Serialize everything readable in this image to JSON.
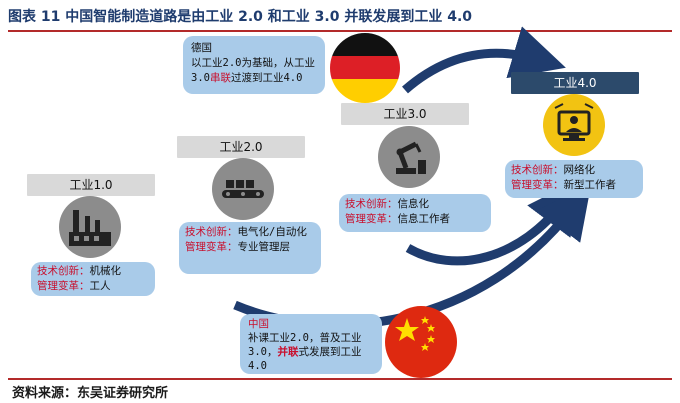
{
  "title": "图表  11 中国智能制造道路是由工业 2.0 和工业 3.0 并联发展到工业 4.0",
  "source": "资料来源：东吴证券研究所",
  "stages": {
    "s1": {
      "label": "工业1.0",
      "tech_prefix": "技术创新：",
      "tech_value": "机械化",
      "mgmt_prefix": "管理变革：",
      "mgmt_value": "工人"
    },
    "s2": {
      "label": "工业2.0",
      "tech_prefix": "技术创新：",
      "tech_value": "电气化/自动化",
      "mgmt_prefix": "管理变革：",
      "mgmt_value": "专业管理层"
    },
    "s3": {
      "label": "工业3.0",
      "tech_prefix": "技术创新：",
      "tech_value": "信息化",
      "mgmt_prefix": "管理变革：",
      "mgmt_value": "信息工作者"
    },
    "s4": {
      "label": "工业4.0",
      "tech_prefix": "技术创新：",
      "tech_value": "网络化",
      "mgmt_prefix": "管理变革：",
      "mgmt_value": "新型工作者"
    }
  },
  "germany": {
    "name": "德国",
    "text_a": "以工业2.0为基础，从工业3.0",
    "text_red": "串联",
    "text_b": "过渡到工业4.0"
  },
  "china": {
    "name": "中国",
    "text_a": "补课工业2.0，普及工业3.0，",
    "text_red": "并联",
    "text_b": "式发展到工业4.0"
  },
  "colors": {
    "accent": "#1f3c6e",
    "box": "#a9cbe9",
    "highlight": "#c8102e",
    "arrow": "#1f3c6e",
    "stage4": "#2c4a6b"
  },
  "icons": [
    "factory-icon",
    "conveyor-icon",
    "robot-arm-icon",
    "smart-worker-icon",
    "germany-flag-icon",
    "china-flag-icon"
  ]
}
